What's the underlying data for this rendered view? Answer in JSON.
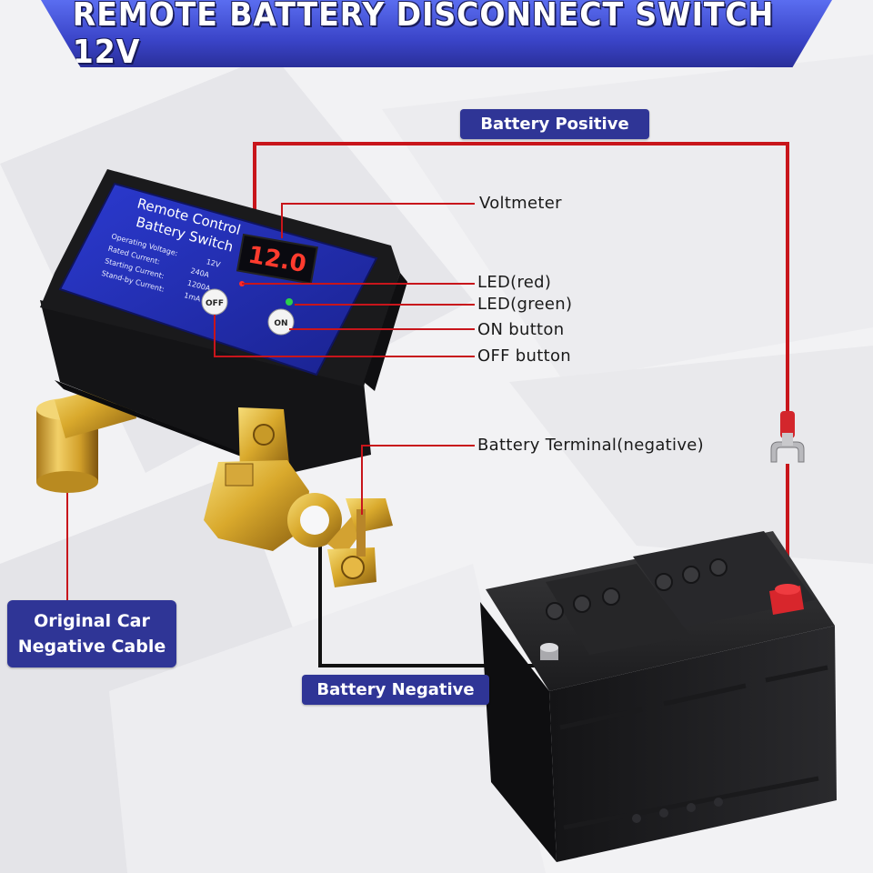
{
  "title": "REMOTE BATTERY DISCONNECT SWITCH 12V",
  "labels": {
    "battery_positive": "Battery Positive",
    "battery_negative": "Battery Negative",
    "original_cable_line1": "Original Car",
    "original_cable_line2": "Negative Cable"
  },
  "callouts": {
    "voltmeter": "Voltmeter",
    "led_red": "LED(red)",
    "led_green": "LED(green)",
    "on_button": "ON button",
    "off_button": "OFF button",
    "battery_terminal": "Battery Terminal(negative)"
  },
  "device": {
    "name_line1": "Remote Control",
    "name_line2": "Battery Switch",
    "display_value": "12.0",
    "specs": [
      {
        "label": "Operating Voltage:",
        "value": "12V"
      },
      {
        "label": "Rated Current:",
        "value": "240A"
      },
      {
        "label": "Starting Current:",
        "value": "1200A"
      },
      {
        "label": "Stand-by Current:",
        "value": "1mA"
      }
    ],
    "off_label": "OFF",
    "on_label": "ON"
  },
  "colors": {
    "banner": "#3a44c8",
    "pill": "#2f3596",
    "wire_positive": "#c8151b",
    "wire_negative": "#111111",
    "device_face": "#2230b8",
    "brass": "#d4a52a"
  }
}
